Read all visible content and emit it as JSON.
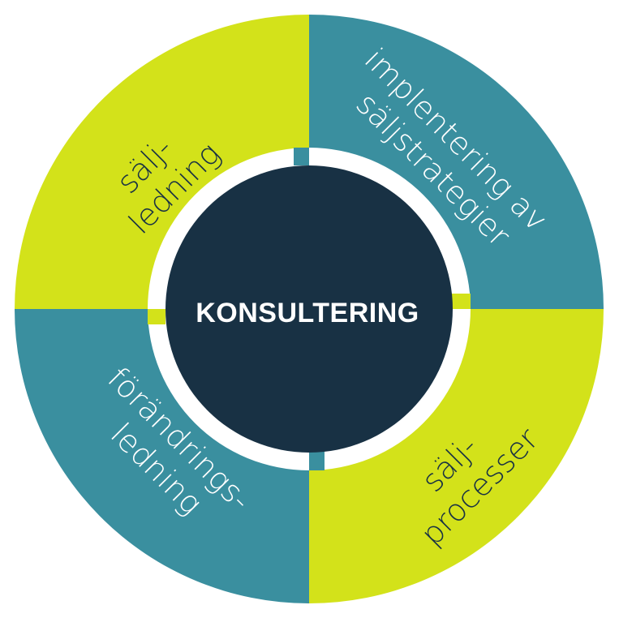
{
  "colors": {
    "lime": "#d3e21a",
    "teal": "#3a8f9f",
    "navy": "#183144",
    "gap": "#ffffff",
    "text_on_lime": "#183144",
    "text_on_teal": "#ffffff",
    "text_center": "#ffffff"
  },
  "center": {
    "label": "KONSULTERING"
  },
  "segments": [
    {
      "key": "top_left",
      "color": "lime",
      "lines": [
        "sälj-",
        "ledning"
      ]
    },
    {
      "key": "top_right",
      "color": "teal",
      "lines": [
        "implentering av",
        "säljstrategier"
      ]
    },
    {
      "key": "bottom_right",
      "color": "lime",
      "lines": [
        "sälj-",
        "processer"
      ]
    },
    {
      "key": "bottom_left",
      "color": "teal",
      "lines": [
        "förändrings-",
        "ledning"
      ]
    }
  ]
}
